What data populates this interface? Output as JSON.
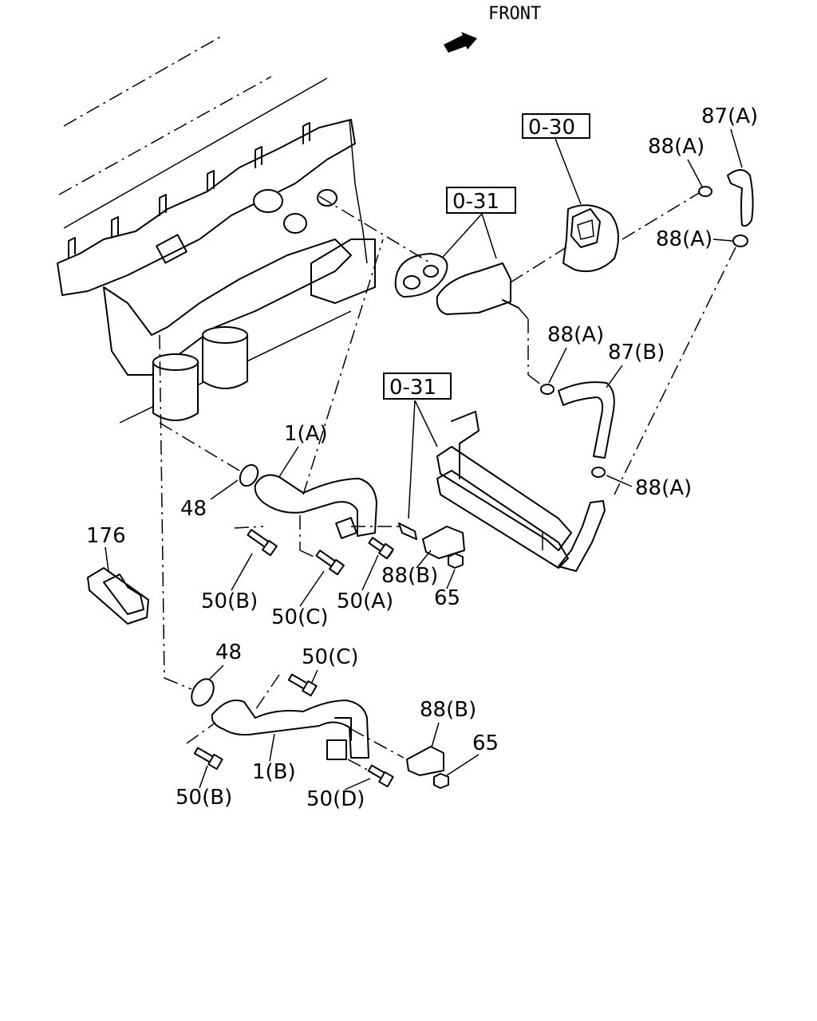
{
  "front": {
    "label": "FRONT"
  },
  "refs": {
    "r030": "0-30",
    "r031a": "0-31",
    "r031b": "0-31"
  },
  "labels": {
    "p87A": "87(A)",
    "p88A_1": "88(A)",
    "p88A_2": "88(A)",
    "p88A_3": "88(A)",
    "p87B": "87(B)",
    "p88A_4": "88(A)",
    "p1A": "1(A)",
    "p48_1": "48",
    "p176": "176",
    "p88B_1": "88(B)",
    "p65_1": "65",
    "p50B_1": "50(B)",
    "p50A": "50(A)",
    "p50C_1": "50(C)",
    "p48_2": "48",
    "p50C_2": "50(C)",
    "p88B_2": "88(B)",
    "p65_2": "65",
    "p1B": "1(B)",
    "p50B_2": "50(B)",
    "p50D": "50(D)"
  }
}
